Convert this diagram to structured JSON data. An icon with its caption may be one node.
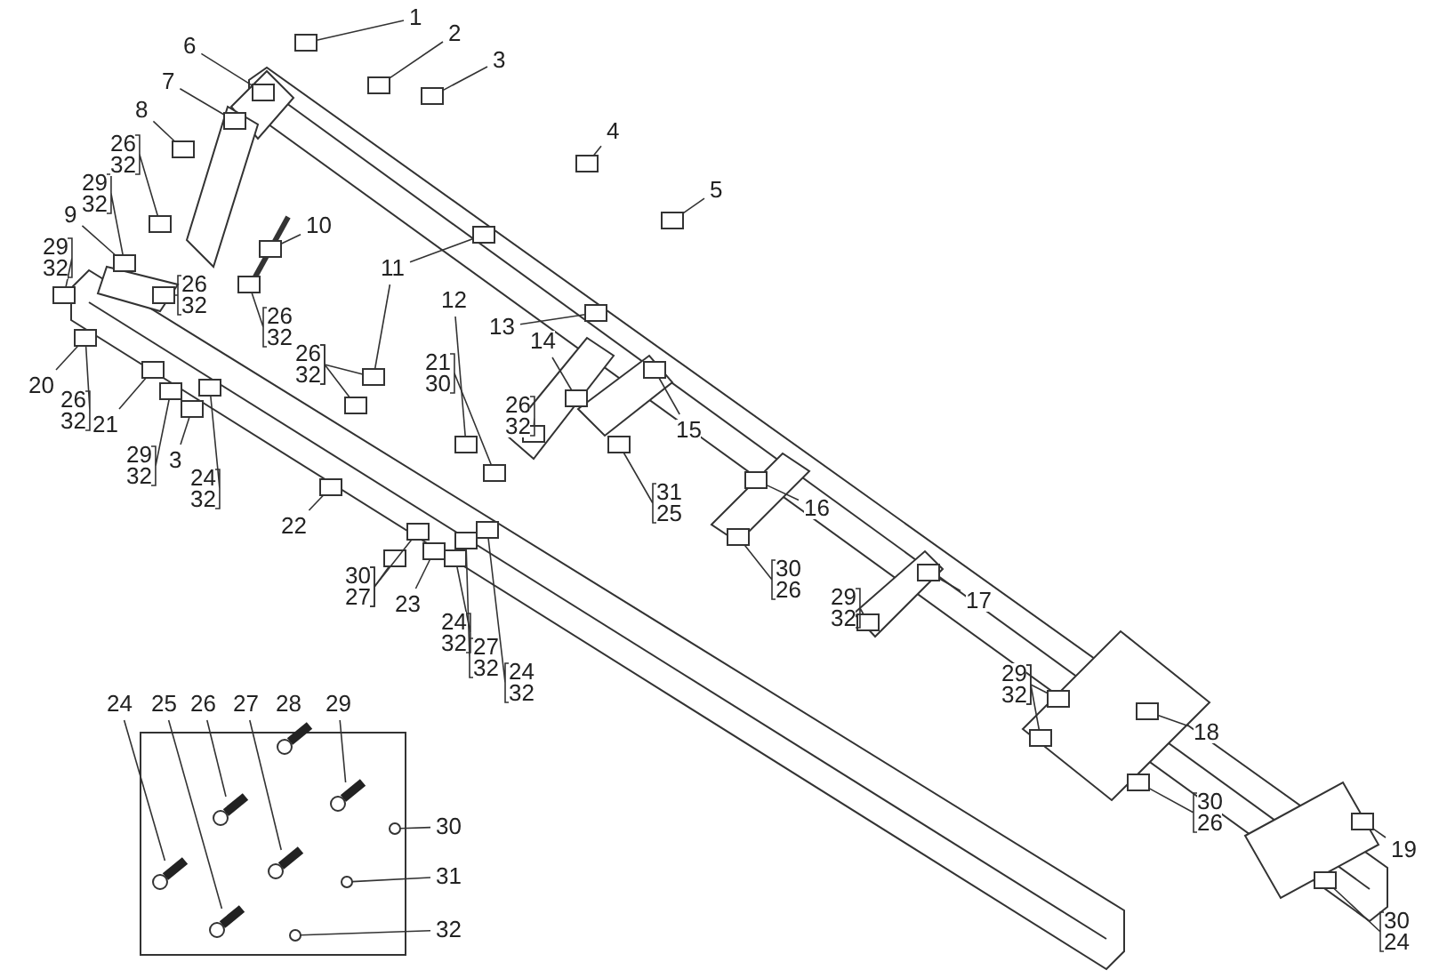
{
  "diagram": {
    "nodes": [
      {
        "text": [
          "1"
        ]
      },
      {
        "text": [
          "2"
        ]
      },
      {
        "text": [
          "3"
        ]
      },
      {
        "text": [
          "6"
        ]
      },
      {
        "text": [
          "7"
        ]
      },
      {
        "text": [
          "8"
        ]
      },
      {
        "text": [
          "4"
        ]
      },
      {
        "text": [
          "5"
        ]
      },
      {
        "text": [
          "26",
          "32"
        ]
      },
      {
        "text": [
          "29",
          "32"
        ]
      },
      {
        "text": [
          "9"
        ]
      },
      {
        "text": [
          "10"
        ]
      },
      {
        "text": [
          "29",
          "32"
        ]
      },
      {
        "text": [
          "26",
          "32"
        ]
      },
      {
        "text": [
          "26",
          "32"
        ]
      },
      {
        "text": [
          "11"
        ]
      },
      {
        "text": [
          "12"
        ]
      },
      {
        "text": [
          "13"
        ]
      },
      {
        "text": [
          "26",
          "32"
        ]
      },
      {
        "text": [
          "21",
          "30"
        ]
      },
      {
        "text": [
          "14"
        ]
      },
      {
        "text": [
          "20"
        ]
      },
      {
        "text": [
          "26",
          "32"
        ]
      },
      {
        "text": [
          "26",
          "32"
        ]
      },
      {
        "text": [
          "15"
        ]
      },
      {
        "text": [
          "21"
        ]
      },
      {
        "text": [
          "29",
          "32"
        ]
      },
      {
        "text": [
          "3"
        ]
      },
      {
        "text": [
          "24",
          "32"
        ]
      },
      {
        "text": [
          "31",
          "25"
        ]
      },
      {
        "text": [
          "16"
        ]
      },
      {
        "text": [
          "22"
        ]
      },
      {
        "text": [
          "30",
          "27"
        ]
      },
      {
        "text": [
          "23"
        ]
      },
      {
        "text": [
          "30",
          "26"
        ]
      },
      {
        "text": [
          "29",
          "32"
        ]
      },
      {
        "text": [
          "17"
        ]
      },
      {
        "text": [
          "24",
          "32"
        ]
      },
      {
        "text": [
          "27",
          "32"
        ]
      },
      {
        "text": [
          "24",
          "32"
        ]
      },
      {
        "text": [
          "29",
          "32"
        ]
      },
      {
        "text": [
          "18"
        ]
      },
      {
        "text": [
          "30",
          "26"
        ]
      },
      {
        "text": [
          "19"
        ]
      },
      {
        "text": [
          "30",
          "24"
        ]
      },
      {
        "text": [
          "24"
        ]
      },
      {
        "text": [
          "25"
        ]
      },
      {
        "text": [
          "26"
        ]
      },
      {
        "text": [
          "27"
        ]
      },
      {
        "text": [
          "29"
        ]
      },
      {
        "text": [
          "30"
        ]
      },
      {
        "text": [
          "31"
        ]
      },
      {
        "text": [
          "32"
        ]
      },
      {
        "text": [
          "28"
        ]
      },
      {
        "text": [],
        "shape": "box"
      },
      {
        "text": [],
        "shape": "box"
      },
      {
        "text": [],
        "shape": "box"
      },
      {
        "text": [],
        "shape": "box"
      },
      {
        "text": [],
        "shape": "box"
      },
      {
        "text": [],
        "shape": "box"
      },
      {
        "text": [],
        "shape": "box"
      },
      {
        "text": [],
        "shape": "box"
      },
      {
        "text": [],
        "shape": "box"
      },
      {
        "text": [],
        "shape": "box"
      },
      {
        "text": [],
        "shape": "box"
      },
      {
        "text": [],
        "shape": "box"
      },
      {
        "text": [],
        "shape": "box"
      },
      {
        "text": [],
        "shape": "box"
      },
      {
        "text": [],
        "shape": "box"
      },
      {
        "text": [],
        "shape": "box"
      },
      {
        "text": [],
        "shape": "box"
      },
      {
        "text": [],
        "shape": "box"
      },
      {
        "text": [],
        "shape": "box"
      },
      {
        "text": [],
        "shape": "box"
      },
      {
        "text": [],
        "shape": "box"
      },
      {
        "text": [],
        "shape": "box"
      },
      {
        "text": [],
        "shape": "box"
      },
      {
        "text": [],
        "shape": "box"
      },
      {
        "text": [],
        "shape": "box"
      },
      {
        "text": [],
        "shape": "box"
      },
      {
        "text": [],
        "shape": "box"
      },
      {
        "text": [],
        "shape": "box"
      },
      {
        "text": [],
        "shape": "box"
      },
      {
        "text": [],
        "shape": "box"
      },
      {
        "text": [],
        "shape": "box"
      },
      {
        "text": [],
        "shape": "box"
      },
      {
        "text": [],
        "shape": "box"
      },
      {
        "text": [],
        "shape": "box"
      },
      {
        "text": [],
        "shape": "box"
      },
      {
        "text": [],
        "shape": "box"
      },
      {
        "text": [],
        "shape": "box"
      },
      {
        "text": [],
        "shape": "box"
      },
      {
        "text": [],
        "shape": "box"
      },
      {
        "text": [],
        "shape": "box"
      },
      {
        "text": [],
        "shape": "box"
      },
      {
        "text": [],
        "shape": "box"
      },
      {
        "text": [],
        "shape": "box"
      },
      {
        "text": [],
        "shape": "box"
      },
      {
        "text": [],
        "shape": "picture"
      },
      {
        "text": [],
        "shape": "picture"
      },
      {
        "text": [],
        "shape": "picture"
      },
      {
        "text": [],
        "shape": "picture"
      },
      {
        "text": [],
        "shape": "picture"
      },
      {
        "text": [],
        "shape": "circle"
      },
      {
        "text": [],
        "shape": "circle"
      },
      {
        "text": [],
        "shape": "circle"
      },
      {
        "text": [],
        "shape": "box"
      },
      {
        "text": [],
        "shape": "box"
      }
    ],
    "edges": [
      {
        "from": 0,
        "to": 54,
        "arrow": "none"
      },
      {
        "from": 1,
        "to": 55,
        "arrow": "none"
      },
      {
        "from": 2,
        "to": 56,
        "arrow": "none"
      },
      {
        "from": 3,
        "to": 57,
        "arrow": "none"
      },
      {
        "from": 4,
        "to": 58,
        "arrow": "none"
      },
      {
        "from": 5,
        "to": 59,
        "arrow": "none"
      },
      {
        "from": 6,
        "to": 60,
        "arrow": "none"
      },
      {
        "from": 7,
        "to": 61,
        "arrow": "none"
      },
      {
        "from": 8,
        "to": 62,
        "arrow": "none"
      },
      {
        "from": 9,
        "to": 63,
        "arrow": "none"
      },
      {
        "from": 10,
        "to": 63,
        "arrow": "none"
      },
      {
        "from": 11,
        "to": 64,
        "arrow": "none"
      },
      {
        "from": 12,
        "to": 65,
        "arrow": "none"
      },
      {
        "from": 13,
        "to": 66,
        "arrow": "none"
      },
      {
        "from": 14,
        "to": 67,
        "arrow": "none"
      },
      {
        "from": 15,
        "to": 68,
        "arrow": "none"
      },
      {
        "from": 15,
        "to": 69,
        "arrow": "none"
      },
      {
        "from": 16,
        "to": 70,
        "arrow": "none"
      },
      {
        "from": 17,
        "to": 71,
        "arrow": "none"
      },
      {
        "from": 18,
        "to": 69,
        "arrow": "none"
      },
      {
        "from": 18,
        "to": 106,
        "arrow": "none"
      },
      {
        "from": 19,
        "to": 72,
        "arrow": "none"
      },
      {
        "from": 20,
        "to": 73,
        "arrow": "none"
      },
      {
        "from": 21,
        "to": 74,
        "arrow": "none"
      },
      {
        "from": 22,
        "to": 74,
        "arrow": "none"
      },
      {
        "from": 23,
        "to": 75,
        "arrow": "none"
      },
      {
        "from": 24,
        "to": 76,
        "arrow": "none"
      },
      {
        "from": 25,
        "to": 77,
        "arrow": "none"
      },
      {
        "from": 26,
        "to": 78,
        "arrow": "none"
      },
      {
        "from": 27,
        "to": 79,
        "arrow": "none"
      },
      {
        "from": 28,
        "to": 80,
        "arrow": "none"
      },
      {
        "from": 29,
        "to": 81,
        "arrow": "none"
      },
      {
        "from": 30,
        "to": 82,
        "arrow": "none"
      },
      {
        "from": 31,
        "to": 83,
        "arrow": "none"
      },
      {
        "from": 32,
        "to": 84,
        "arrow": "none"
      },
      {
        "from": 32,
        "to": 107,
        "arrow": "none"
      },
      {
        "from": 33,
        "to": 85,
        "arrow": "none"
      },
      {
        "from": 34,
        "to": 86,
        "arrow": "none"
      },
      {
        "from": 35,
        "to": 87,
        "arrow": "none"
      },
      {
        "from": 36,
        "to": 88,
        "arrow": "none"
      },
      {
        "from": 37,
        "to": 89,
        "arrow": "none"
      },
      {
        "from": 38,
        "to": 90,
        "arrow": "none"
      },
      {
        "from": 39,
        "to": 91,
        "arrow": "none"
      },
      {
        "from": 40,
        "to": 92,
        "arrow": "none"
      },
      {
        "from": 40,
        "to": 93,
        "arrow": "none"
      },
      {
        "from": 41,
        "to": 94,
        "arrow": "none"
      },
      {
        "from": 42,
        "to": 95,
        "arrow": "none"
      },
      {
        "from": 43,
        "to": 96,
        "arrow": "none"
      },
      {
        "from": 44,
        "to": 97,
        "arrow": "none"
      },
      {
        "from": 45,
        "to": 98,
        "arrow": "none"
      },
      {
        "from": 46,
        "to": 99,
        "arrow": "none"
      },
      {
        "from": 47,
        "to": 100,
        "arrow": "none"
      },
      {
        "from": 48,
        "to": 101,
        "arrow": "none"
      },
      {
        "from": 49,
        "to": 102,
        "arrow": "none"
      },
      {
        "from": 50,
        "to": 103,
        "arrow": "none"
      },
      {
        "from": 51,
        "to": 104,
        "arrow": "none"
      },
      {
        "from": 52,
        "to": 105,
        "arrow": "none"
      }
    ]
  }
}
